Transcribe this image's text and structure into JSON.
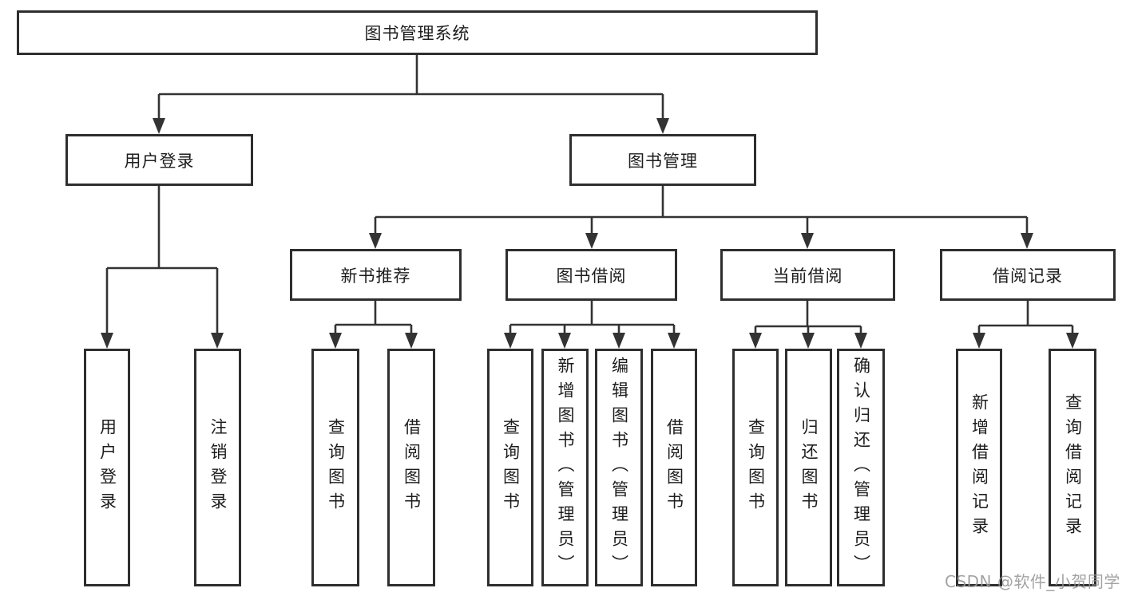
{
  "tree": {
    "root": {
      "label": "图书管理系统",
      "children": [
        {
          "label": "用户登录",
          "children": [
            {
              "label": "用户登录"
            },
            {
              "label": "注销登录"
            }
          ]
        },
        {
          "label": "图书管理",
          "children": [
            {
              "label": "新书推荐",
              "children": [
                {
                  "label": "查询图书"
                },
                {
                  "label": "借阅图书"
                }
              ]
            },
            {
              "label": "图书借阅",
              "children": [
                {
                  "label": "查询图书"
                },
                {
                  "label": "新增图书（管理员）"
                },
                {
                  "label": "编辑图书（管理员）"
                },
                {
                  "label": "借阅图书"
                }
              ]
            },
            {
              "label": "当前借阅",
              "children": [
                {
                  "label": "查询图书"
                },
                {
                  "label": "归还图书"
                },
                {
                  "label": "确认归还（管理员）"
                }
              ]
            },
            {
              "label": "借阅记录",
              "children": [
                {
                  "label": "新增借阅记录"
                },
                {
                  "label": "查询借阅记录"
                }
              ]
            }
          ]
        }
      ]
    }
  },
  "watermark": {
    "text": "CSDN @软件_小贺同学"
  },
  "colors": {
    "line": "#333333",
    "box_border": "#2e2e2e",
    "text": "#1d1d1d",
    "watermark": "#969696",
    "background": "#ffffff"
  }
}
